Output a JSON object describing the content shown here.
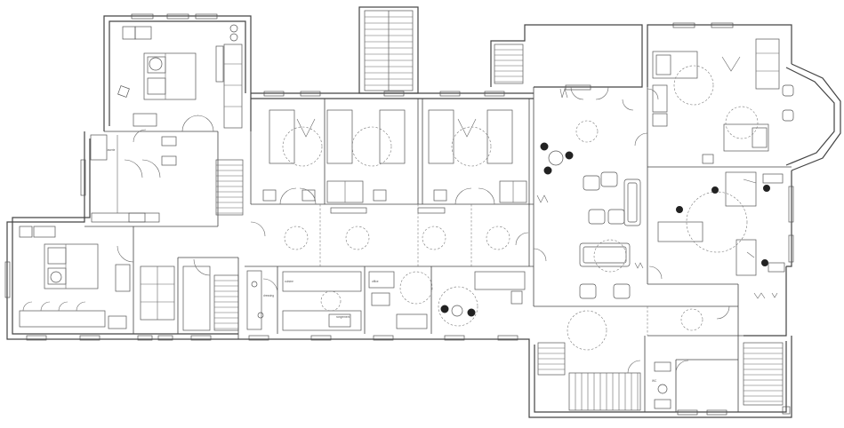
{
  "plan": {
    "labels": {
      "room_a": "dressing",
      "room_b": "laverie",
      "room_c": "WC",
      "room_d": "cuisine",
      "room_e": "rangement",
      "room_f": "office"
    }
  }
}
